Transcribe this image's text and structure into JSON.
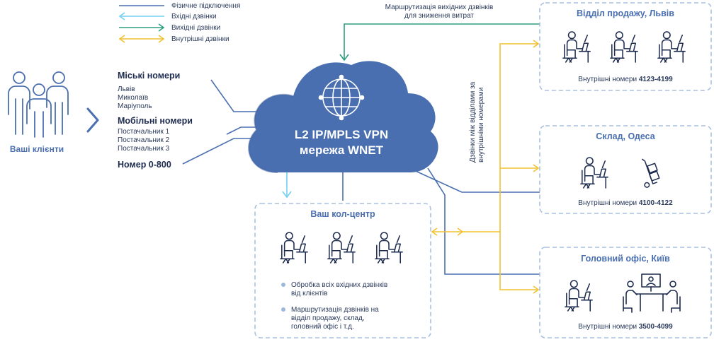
{
  "legend": {
    "items": [
      {
        "label": "Фізичне підключення",
        "color": "#4a6fb0",
        "style": "line"
      },
      {
        "label": "Вхідні дзвінки",
        "color": "#72d0f0",
        "style": "arrow-left"
      },
      {
        "label": "Вихідні дзвінки",
        "color": "#2e9e7f",
        "style": "arrow-right"
      },
      {
        "label": "Внутрішні дзвінки",
        "color": "#f2c230",
        "style": "arrow-both"
      }
    ]
  },
  "clients": {
    "label": "Ваші клієнти",
    "icon": "people-group-icon"
  },
  "numbers": {
    "city": {
      "title": "Міські номери",
      "items": [
        "Львів",
        "Миколаїв",
        "Маріуполь"
      ]
    },
    "mobile": {
      "title": "Мобільні номери",
      "items": [
        "Постачальник 1",
        "Постачальник 2",
        "Постачальник 3"
      ]
    },
    "tollfree": {
      "title": "Номер 0-800"
    }
  },
  "cloud": {
    "line1": "L2 IP/MPLS VPN",
    "line2": "мережа WNET",
    "icon": "globe-icon",
    "color": "#4a6fb0"
  },
  "routing_note": {
    "line1": "Маршрутизація вихідних дзвінків",
    "line2": "для зниження витрат"
  },
  "internal_note": {
    "line1": "Дзвінки між відділами за",
    "line2": "внутрішніми номерами"
  },
  "call_center": {
    "title": "Ваш кол-центр",
    "bullets": [
      {
        "lines": [
          "Обробка всіх вхідних дзвінків",
          "від клієнтів"
        ]
      },
      {
        "lines": [
          "Маршрутизація дзвінків на",
          "відділ продажу, склад,",
          "головний офіс і т.д."
        ]
      }
    ]
  },
  "offices": [
    {
      "title": "Відділ продажу, Львів",
      "note_prefix": "Внутрішні номери",
      "range": "4123-4199"
    },
    {
      "title": "Склад, Одеса",
      "note_prefix": "Внутрішні номери",
      "range": "4100-4122"
    },
    {
      "title": "Головний офіс, Київ",
      "note_prefix": "Внутрішні номери",
      "range": "3500-4099"
    }
  ]
}
